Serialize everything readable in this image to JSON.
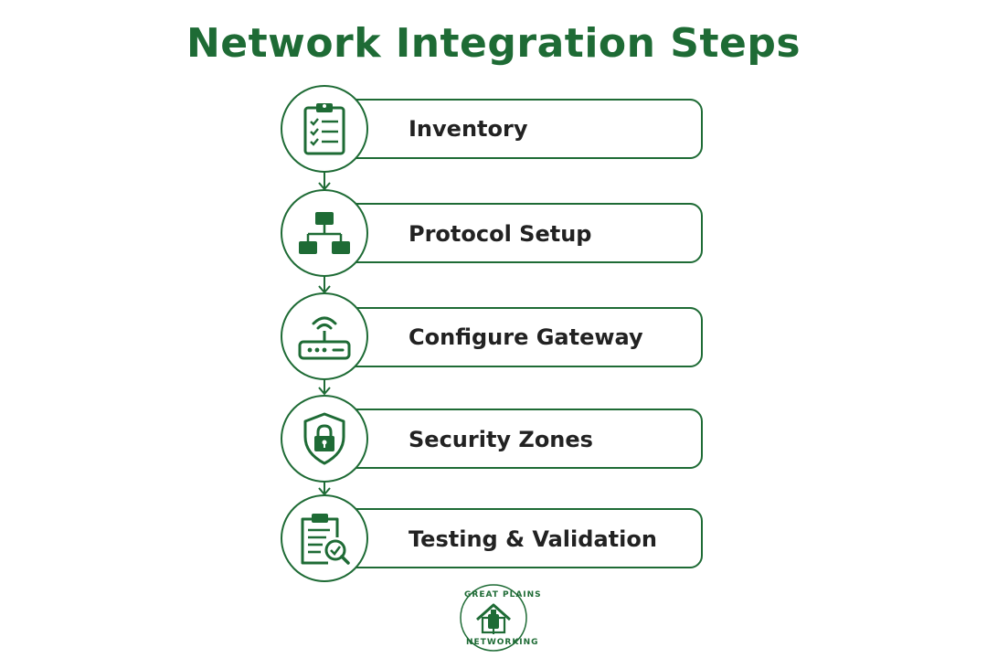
{
  "title": "Network Integration Steps",
  "colors": {
    "accent": "#1e6b35",
    "text": "#222222",
    "background": "#ffffff"
  },
  "steps": [
    {
      "label": "Inventory",
      "icon": "clipboard-checklist-icon"
    },
    {
      "label": "Protocol Setup",
      "icon": "network-hierarchy-icon"
    },
    {
      "label": "Configure Gateway",
      "icon": "wifi-router-icon"
    },
    {
      "label": "Security Zones",
      "icon": "shield-lock-icon"
    },
    {
      "label": "Testing & Validation",
      "icon": "clipboard-check-magnifier-icon"
    }
  ],
  "logo": {
    "top_text": "GREAT PLAINS",
    "bottom_text": "NETWORKING"
  }
}
